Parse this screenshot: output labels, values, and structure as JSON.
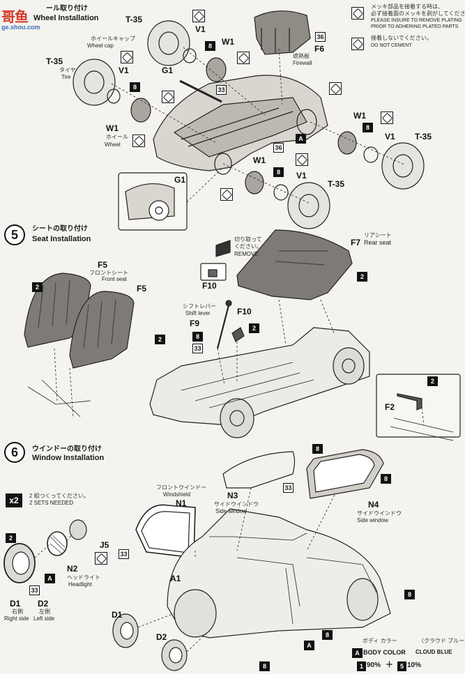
{
  "watermark": {
    "main": "哥鱼",
    "sub": "ge.shou.com"
  },
  "notes": {
    "plating_jp_1": "メッキ部品を接着する時は、",
    "plating_jp_2": "必ず接着面のメッキを剥がしてください。",
    "plating_en_1": "PLEASE INSURE TO REMOVE PLATING",
    "plating_en_2": "PRIOR TO ADHERING PLATED PARTS",
    "nocement_jp": "接着しないでください。",
    "nocement_en": "DO NOT CEMENT"
  },
  "step4": {
    "title_jp": "ール取り付け",
    "title_en": "Wheel Installation",
    "labels": {
      "t35_a": "T-35",
      "v1_a": "V1",
      "w1_a": "W1",
      "f6": "F6",
      "firewall_jp": "遮熱板",
      "firewall_en": "Firewall",
      "wheelcap_jp": "ホイールキャップ",
      "wheelcap_en": "Wheel cap",
      "t35_b": "T-35",
      "tire_jp": "タイヤ",
      "tire_en": "Tire",
      "v1_b": "V1",
      "g1": "G1",
      "w1_b": "W1",
      "wheel_jp": "ホイール",
      "wheel_en": "Wheel",
      "g1_detail": "G1",
      "w1_c": "W1",
      "v1_c": "V1",
      "t35_c": "T-35",
      "w1_d": "W1",
      "v1_d": "V1",
      "t35_d": "T-35"
    },
    "badges": {
      "b36a": "36",
      "b8a": "8",
      "b8b": "8",
      "b33": "33",
      "b36b": "36",
      "bAa": "A",
      "b8c": "8",
      "b8d": "8"
    }
  },
  "step5": {
    "number": "5",
    "title_jp": "シートの取り付け",
    "title_en": "Seat Installation",
    "labels": {
      "remove_jp1": "切り取って",
      "remove_jp2": "ください。",
      "remove_en": "REMOVE",
      "f10_a": "F10",
      "f7": "F7",
      "rearseat_jp": "リアシート",
      "rearseat_en": "Rear seat",
      "f5_a": "F5",
      "frontseat_jp": "フロントシート",
      "frontseat_en": "Front seat",
      "f5_b": "F5",
      "shift_jp": "シフトレバー",
      "shift_en": "Shift lever",
      "f10_b": "F10",
      "f9": "F9",
      "f2": "F2"
    },
    "badges": {
      "b2a": "2",
      "b2b": "2",
      "b2c": "2",
      "b2d": "2",
      "b8": "8",
      "b33": "33",
      "b2e": "2"
    }
  },
  "step6": {
    "number": "6",
    "title_jp": "ウインドーの取り付け",
    "title_en": "Window Installation",
    "multiplier": "x2",
    "sets_jp": "2 組つくってください。",
    "sets_en": "2 SETS NEEDED",
    "labels": {
      "windshield_jp": "フロントウインドー",
      "windshield_en": "Windshield",
      "n1": "N1",
      "n3": "N3",
      "sidewindow_jp_a": "サイドウインドウ",
      "sidewindow_en_a": "Side window",
      "n4": "N4",
      "sidewindow_jp_b": "サイドウインドウ",
      "sidewindow_en_b": "Side window",
      "j5": "J5",
      "n2": "N2",
      "headlight_jp": "ヘッドライト",
      "headlight_en": "Headlight",
      "d1": "D1",
      "d2": "D2",
      "right_jp": "右側",
      "right_en": "Right side",
      "left_jp": "左側",
      "left_en": "Left side",
      "a1": "A1",
      "d1_b": "D1",
      "d2_b": "D2"
    },
    "badges": {
      "b2": "2",
      "bA": "A",
      "b33a": "33",
      "b8a": "8",
      "b33b": "33",
      "b8b": "8",
      "b33c": "33",
      "b8c": "8",
      "bAb": "A",
      "b8d": "8",
      "b8e": "8"
    },
    "body_color": {
      "letter": "A",
      "jp": "ボディ カラー",
      "jp_paren": "（クラウド ブルー）",
      "en": "BODY COLOR",
      "en_paren": "CLOUD BLUE",
      "mix_a_num": "1",
      "mix_a_pct": "90%",
      "plus": "＋",
      "mix_b_num": "5",
      "mix_b_pct": "10%"
    }
  }
}
